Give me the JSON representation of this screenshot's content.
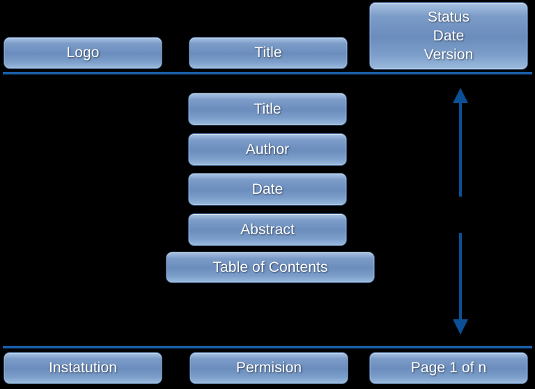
{
  "page": {
    "background_color": "#000000",
    "accent_color": "#1A5FA8",
    "arrow_color": "#0B4F96",
    "button_text_color": "#FFFFFF",
    "button_border_color": "#3C5E86",
    "button_gradient_top": "#A8C2E0",
    "button_gradient_mid": "#6B8DBD",
    "button_gradient_bottom": "#9ABADC"
  },
  "header": {
    "logo_box": {
      "label": "Logo"
    },
    "title_box": {
      "label": "Title"
    },
    "meta_box": {
      "line1": "Status",
      "line2": "Date",
      "line3": "Version"
    },
    "divider": {
      "name": "header-divider"
    }
  },
  "body_stack": {
    "items": [
      {
        "label": "Title"
      },
      {
        "label": "Author"
      },
      {
        "label": "Date"
      },
      {
        "label": "Abstract"
      },
      {
        "label": "Table of Contents"
      }
    ]
  },
  "extent_arrow": {
    "name": "vertical-extent-arrow",
    "direction": "double-headed",
    "orientation": "vertical"
  },
  "footer": {
    "institution_box": {
      "label": "Instatution"
    },
    "permission_box": {
      "label": "Permision"
    },
    "page_box": {
      "label": "Page 1 of n"
    },
    "divider": {
      "name": "footer-divider"
    }
  }
}
